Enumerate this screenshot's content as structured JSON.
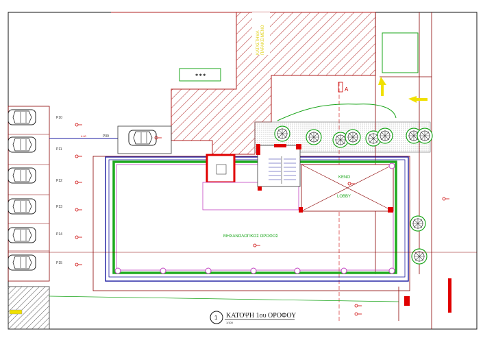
{
  "parking": [
    "P10",
    "P11",
    "P12",
    "P13",
    "P14",
    "P15"
  ],
  "parking_extra": "P09",
  "section_mark": "A",
  "top_building_label": "ΚΑΤΑΣΤΗΜΑ\nΠΑΡΑΚΕΙΜΕΝΟ",
  "void_label": "ΚΕΝΟ",
  "lobby_label": "LOBBY",
  "floor_label": "ΜΗΧΑΝΟΛΟΓΙΚΟΣ ΟΡΟΦΟΣ",
  "title": {
    "number": "1",
    "text": "ΚΑΤΟΨΗ 1ου ΟΡΟΦΟΥ",
    "scale": "1/100"
  },
  "colors": {
    "outline": "#8b0000",
    "wall_green": "#1faa1f",
    "inner_blue": "#1a1aa0",
    "magenta": "#c040c0",
    "red": "#e00000",
    "yellow": "#f0e000",
    "hatch": "#b02020"
  },
  "icons": [
    "car-icon",
    "tree-icon",
    "arrow-icon",
    "column-marker-icon"
  ]
}
